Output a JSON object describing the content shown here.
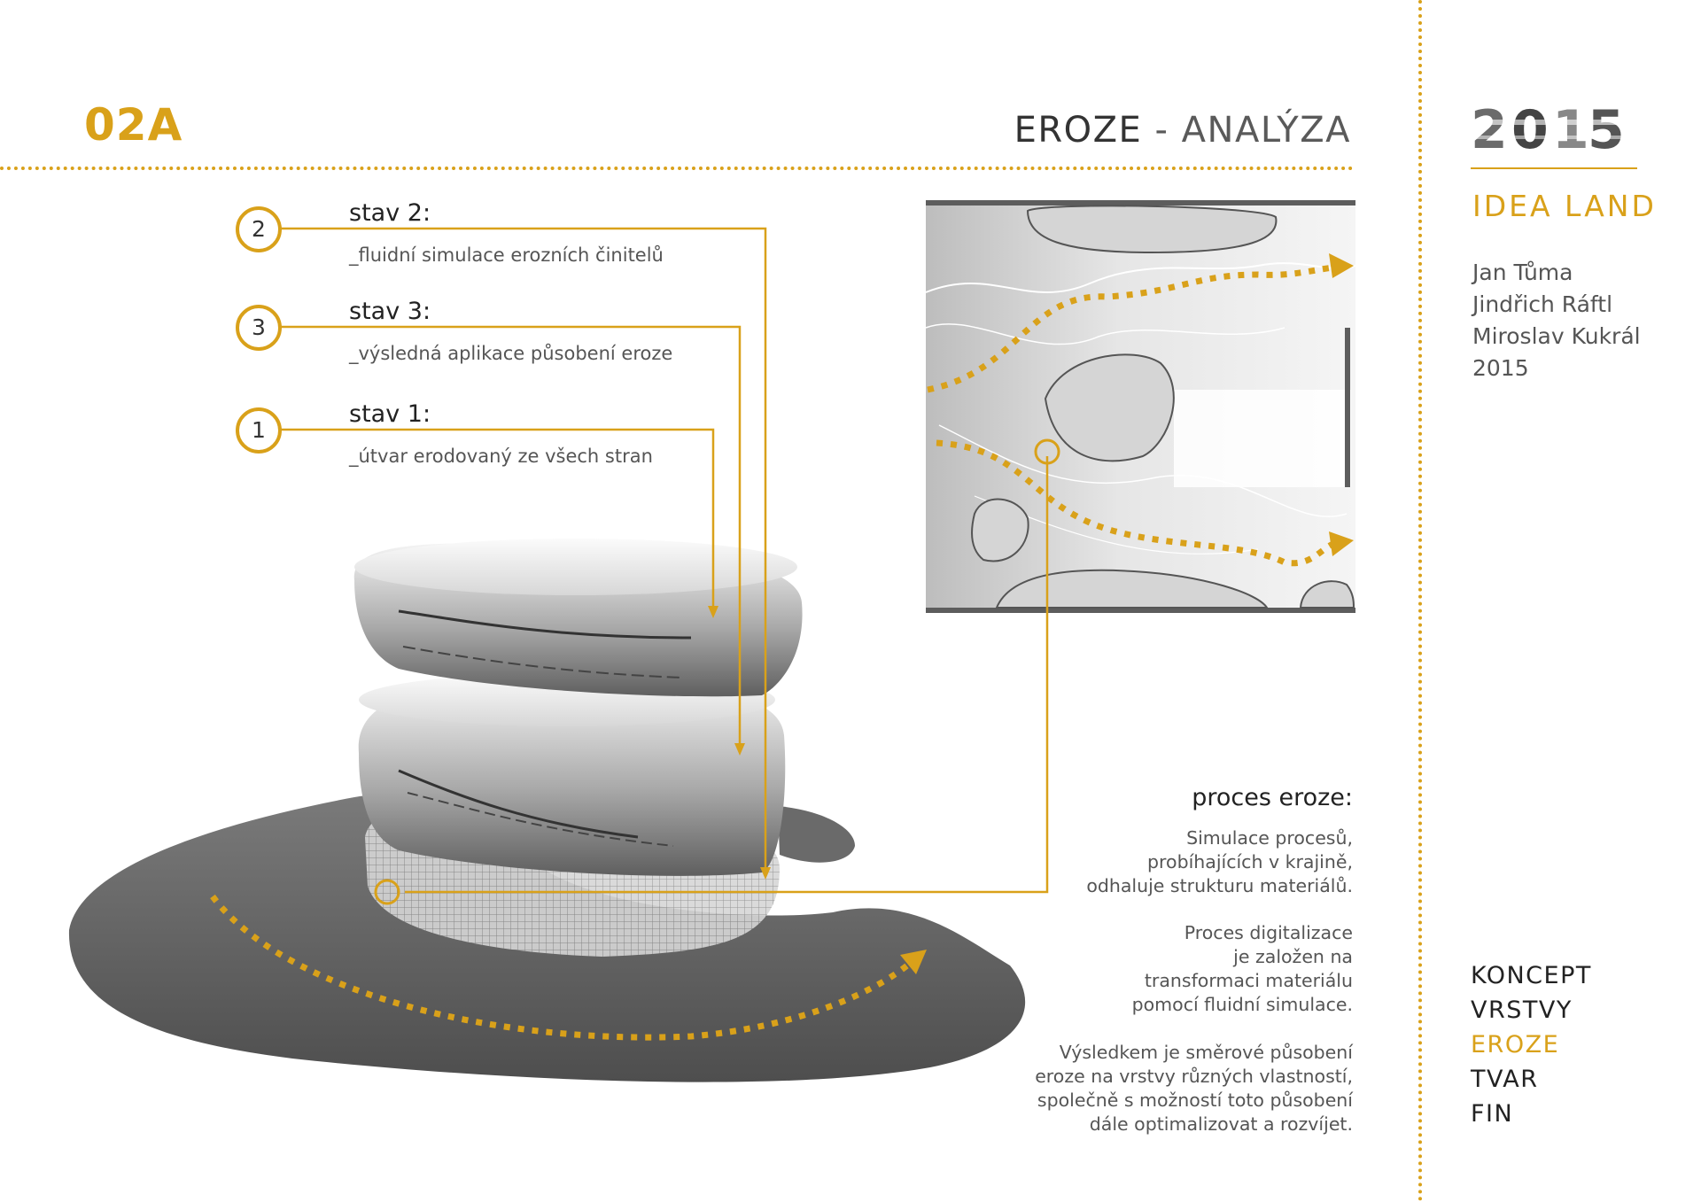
{
  "header": {
    "code": "02A",
    "title_main": "EROZE",
    "title_sep": " - ",
    "title_sub": "ANALÝZA"
  },
  "sidebar": {
    "logo_text": "2015",
    "project": "IDEA LAND",
    "authors": [
      "Jan Tůma",
      "Jindřich Ráftl",
      "Miroslav Kukrál",
      "2015"
    ],
    "nav": [
      {
        "label": "KONCEPT",
        "active": false
      },
      {
        "label": "VRSTVY",
        "active": false
      },
      {
        "label": "EROZE",
        "active": true
      },
      {
        "label": "TVAR",
        "active": false
      },
      {
        "label": "FIN",
        "active": false
      }
    ]
  },
  "stages": [
    {
      "number": "2",
      "title": "stav 2:",
      "description": "_fluidní simulace erozních činitelů"
    },
    {
      "number": "3",
      "title": "stav 3:",
      "description": "_výsledná aplikace působení eroze"
    },
    {
      "number": "1",
      "title": "stav 1:",
      "description": "_útvar erodovaný ze všech stran"
    }
  ],
  "process": {
    "heading": "proces eroze:",
    "paragraphs": [
      [
        "Simulace procesů,",
        "probíhajících v krajině,",
        "odhaluje strukturu materiálů."
      ],
      [
        "Proces digitalizace",
        "je založen na",
        "transformaci materiálu",
        "pomocí fluidní simulace."
      ],
      [
        "Výsledkem je směrové působení",
        "eroze na vrstvy různých vlastností,",
        "společně s možností toto působení",
        "dále optimalizovat a rozvíjet."
      ]
    ]
  },
  "colors": {
    "accent": "#d9a11a",
    "text": "#3a3a3a",
    "frame": "#5d5d5d"
  }
}
